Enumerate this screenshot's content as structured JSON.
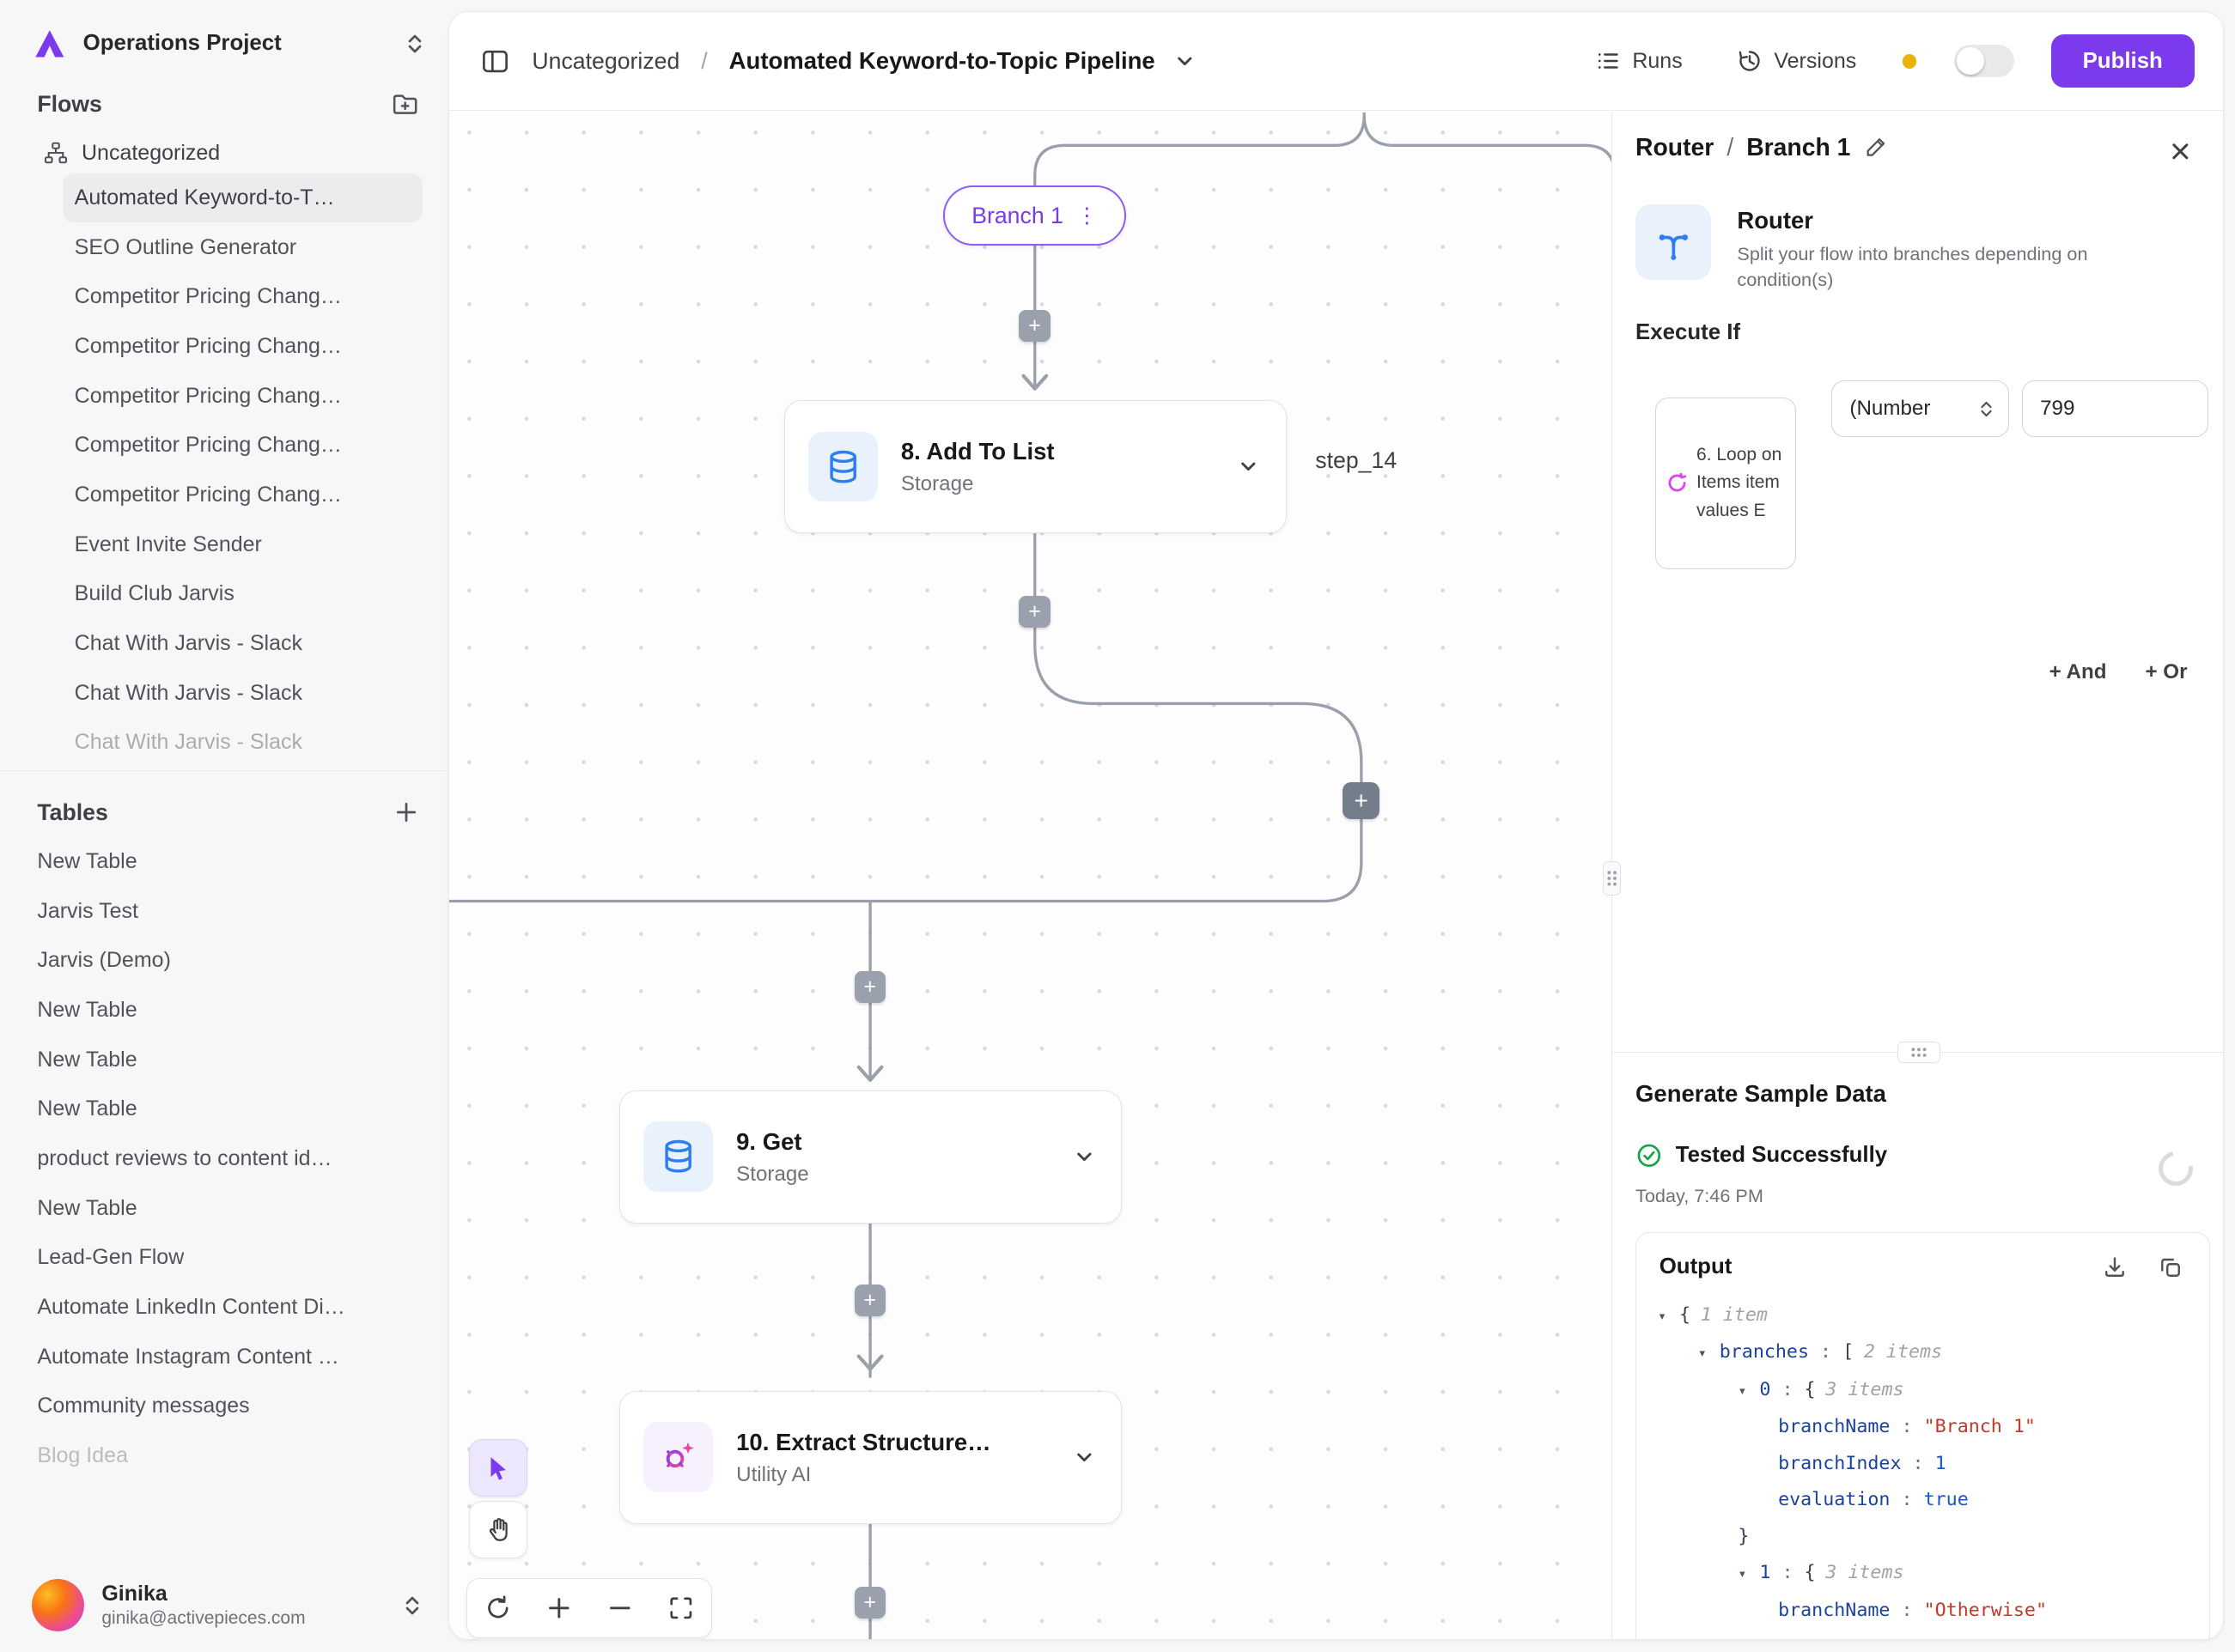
{
  "colors": {
    "accent": "#7c3aed",
    "branch_border": "#8b5cf6",
    "node_icon_blue": "#2f7ef0",
    "status_green": "#16a34a",
    "dot_yellow": "#eab308"
  },
  "sidebar": {
    "project_name": "Operations Project",
    "flows_header": "Flows",
    "folder_label": "Uncategorized",
    "flows": [
      {
        "label": "Automated Keyword-to-T…",
        "selected": true
      },
      {
        "label": "SEO Outline Generator"
      },
      {
        "label": "Competitor Pricing Chang…"
      },
      {
        "label": "Competitor Pricing Chang…"
      },
      {
        "label": "Competitor Pricing Chang…"
      },
      {
        "label": "Competitor Pricing Chang…"
      },
      {
        "label": "Competitor Pricing Chang…"
      },
      {
        "label": "Event Invite Sender"
      },
      {
        "label": "Build Club Jarvis"
      },
      {
        "label": "Chat With Jarvis - Slack"
      },
      {
        "label": "Chat With Jarvis - Slack"
      },
      {
        "label": "Chat With Jarvis - Slack",
        "muted": true
      }
    ],
    "tables_header": "Tables",
    "tables": [
      {
        "label": "New Table"
      },
      {
        "label": "Jarvis Test"
      },
      {
        "label": "Jarvis (Demo)"
      },
      {
        "label": "New Table"
      },
      {
        "label": "New Table"
      },
      {
        "label": "New Table"
      },
      {
        "label": "product reviews to content id…"
      },
      {
        "label": "New Table"
      },
      {
        "label": "Lead-Gen Flow"
      },
      {
        "label": "Automate LinkedIn Content Di…"
      },
      {
        "label": "Automate Instagram Content …"
      },
      {
        "label": "Community messages"
      },
      {
        "label": "Blog Idea",
        "muted": true
      }
    ],
    "user": {
      "name": "Ginika",
      "email": "ginika@activepieces.com"
    }
  },
  "topbar": {
    "breadcrumb": {
      "folder": "Uncategorized",
      "separator": "/",
      "flow": "Automated Keyword-to-Topic Pipeline"
    },
    "runs_label": "Runs",
    "versions_label": "Versions",
    "publish_label": "Publish"
  },
  "canvas": {
    "branch_pill": "Branch 1",
    "nodes": [
      {
        "title": "8. Add To List",
        "subtitle": "Storage",
        "step_tag": "step_14"
      },
      {
        "title": "9. Get",
        "subtitle": "Storage"
      },
      {
        "title": "10. Extract Structure…",
        "subtitle": "Utility AI"
      }
    ]
  },
  "panel": {
    "header": {
      "primary": "Router",
      "separator": "/",
      "secondary": "Branch 1"
    },
    "piece": {
      "name": "Router",
      "description": "Split your flow into branches depending on condition(s)"
    },
    "execute_if_label": "Execute If",
    "condition": {
      "token": "6. Loop on Items item values E",
      "operator": "(Number",
      "value": "799"
    },
    "and_label": "+ And",
    "or_label": "+ Or",
    "sample": {
      "heading": "Generate Sample Data",
      "status": "Tested Successfully",
      "timestamp": "Today, 7:46 PM",
      "output_label": "Output"
    },
    "output_tree": [
      {
        "indent": 0,
        "toggle": true,
        "tokens": [
          [
            "punct",
            "{"
          ],
          [
            "meta",
            "1 item"
          ]
        ]
      },
      {
        "indent": 1,
        "toggle": true,
        "tokens": [
          [
            "key",
            "branches"
          ],
          [
            "colon",
            " : "
          ],
          [
            "punct",
            "["
          ],
          [
            "meta",
            "2 items"
          ]
        ]
      },
      {
        "indent": 2,
        "toggle": true,
        "tokens": [
          [
            "key",
            "0"
          ],
          [
            "colon",
            " : "
          ],
          [
            "punct",
            "{"
          ],
          [
            "meta",
            "3 items"
          ]
        ]
      },
      {
        "indent": 3,
        "toggle": false,
        "tokens": [
          [
            "key",
            "branchName"
          ],
          [
            "colon",
            " : "
          ],
          [
            "string",
            "\"Branch 1\""
          ]
        ]
      },
      {
        "indent": 3,
        "toggle": false,
        "tokens": [
          [
            "key",
            "branchIndex"
          ],
          [
            "colon",
            " : "
          ],
          [
            "number",
            "1"
          ]
        ]
      },
      {
        "indent": 3,
        "toggle": false,
        "tokens": [
          [
            "key",
            "evaluation"
          ],
          [
            "colon",
            " : "
          ],
          [
            "bool",
            "true"
          ]
        ]
      },
      {
        "indent": 2,
        "toggle": false,
        "tokens": [
          [
            "punct",
            "}"
          ]
        ]
      },
      {
        "indent": 2,
        "toggle": true,
        "tokens": [
          [
            "key",
            "1"
          ],
          [
            "colon",
            " : "
          ],
          [
            "punct",
            "{"
          ],
          [
            "meta",
            "3 items"
          ]
        ]
      },
      {
        "indent": 3,
        "toggle": false,
        "tokens": [
          [
            "key",
            "branchName"
          ],
          [
            "colon",
            " : "
          ],
          [
            "string",
            "\"Otherwise\""
          ]
        ]
      }
    ]
  }
}
